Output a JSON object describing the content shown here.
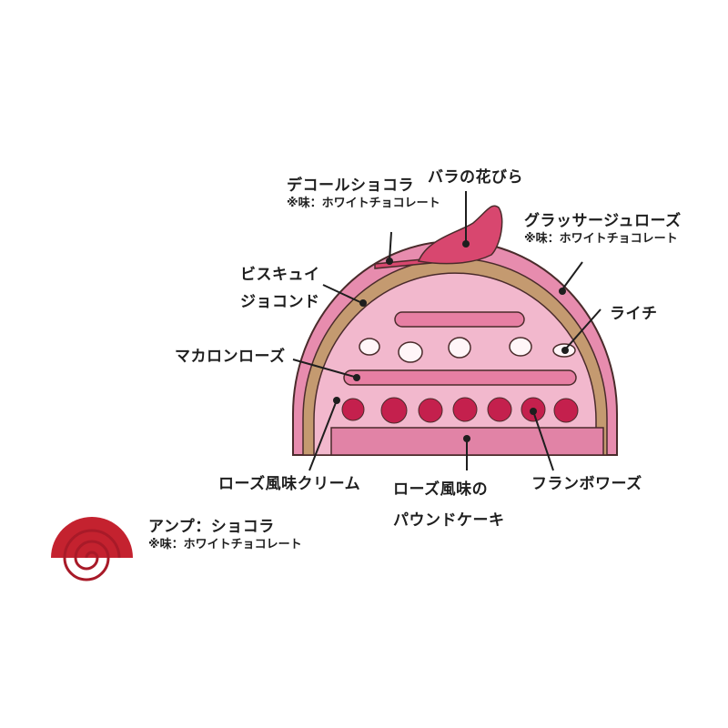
{
  "diagram": {
    "subject": "rose cake cross-section",
    "colors": {
      "outer_glaze": "#e78cae",
      "biscuit": "#c49a70",
      "mousse": "#f2b8cd",
      "stripe": "#e77fa3",
      "cake_base": "#e183a6",
      "raspberry": "#c4204d",
      "petal": "#d8476f",
      "outline": "#4a2b2b",
      "legend_roll": "#c4222f"
    },
    "labels": {
      "decor": {
        "title": "デコールショコラ",
        "note": "※味：ホワイトチョコレート"
      },
      "petal": {
        "title": "バラの花びら"
      },
      "glaze": {
        "title": "グラッサージュローズ",
        "note": "※味：ホワイトチョコレート"
      },
      "biscuit": {
        "line1": "ビスキュイ",
        "line2": "ジョコンド"
      },
      "lychee": {
        "title": "ライチ"
      },
      "macaron": {
        "title": "マカロンローズ"
      },
      "cream": {
        "title": "ローズ風味クリーム"
      },
      "pound": {
        "line1": "ローズ風味の",
        "line2": "パウンドケーキ"
      },
      "framboise": {
        "title": "フランボワーズ"
      }
    },
    "legend": {
      "title": "アンプ：ショコラ",
      "note": "※味：ホワイトチョコレート"
    }
  }
}
